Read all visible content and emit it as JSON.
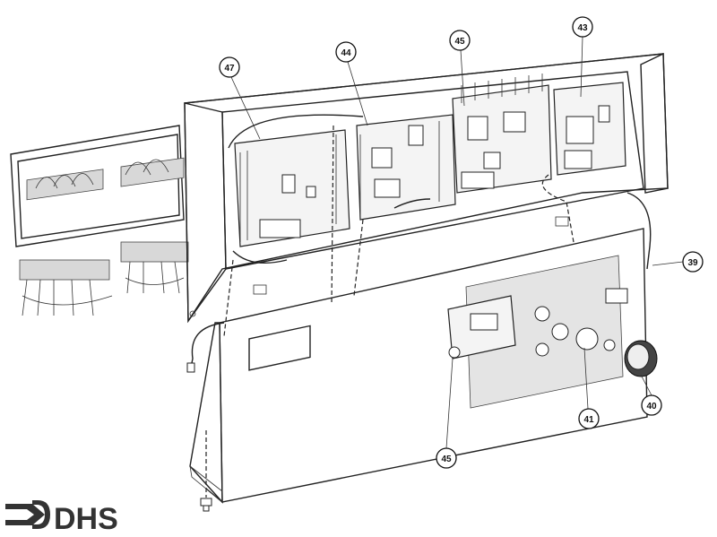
{
  "diagram": {
    "callouts": [
      {
        "label": "47"
      },
      {
        "label": "44"
      },
      {
        "label": "45"
      },
      {
        "label": "43"
      },
      {
        "label": "39"
      },
      {
        "label": "40"
      },
      {
        "label": "41"
      },
      {
        "label": "45"
      }
    ]
  },
  "logo": {
    "text": "DHS"
  }
}
